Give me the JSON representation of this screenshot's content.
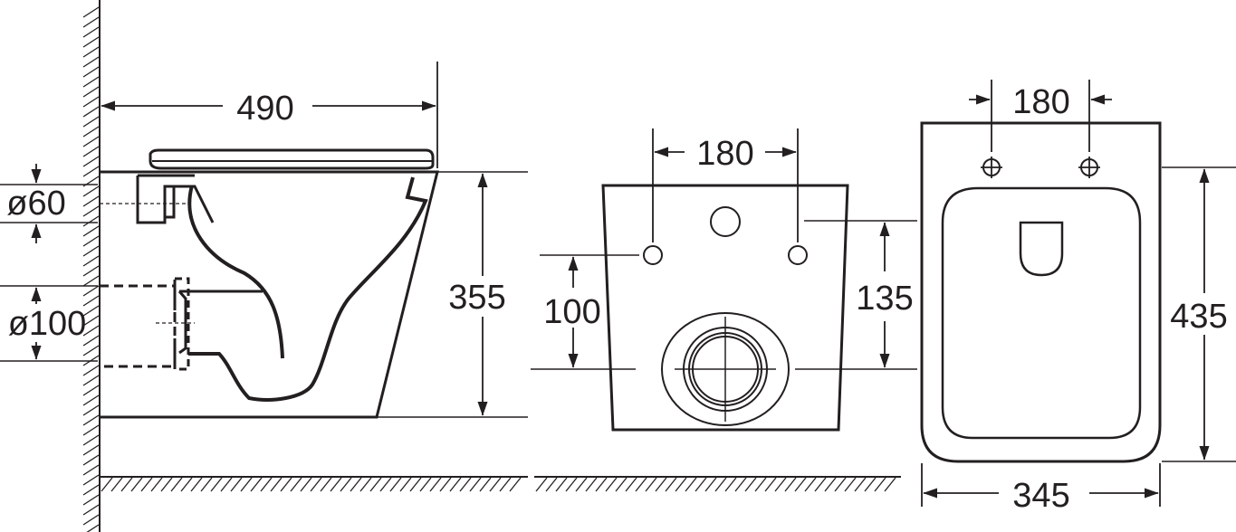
{
  "views": {
    "side": {
      "overall_depth": "490",
      "outlet_height": "355",
      "inlet_diameter": "ø60",
      "outlet_diameter": "ø100"
    },
    "rear": {
      "bolt_spacing": "180",
      "bolt_height": "100",
      "outlet_height": "135"
    },
    "top": {
      "bolt_spacing": "180",
      "length": "435",
      "width": "345"
    }
  },
  "colors": {
    "line": "#231f20",
    "background": "#ffffff"
  }
}
